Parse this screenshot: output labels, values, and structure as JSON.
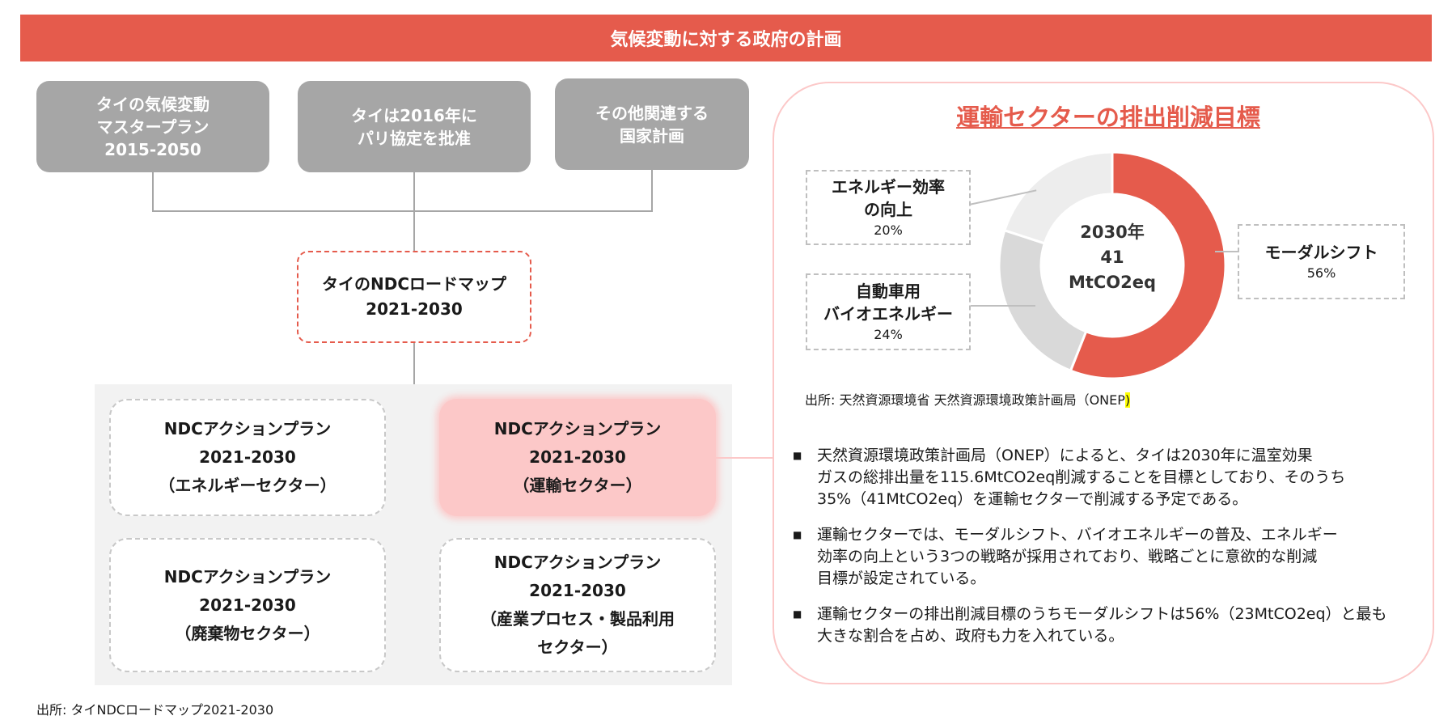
{
  "header": {
    "title": "気候変動に対する政府の計画"
  },
  "top_boxes": [
    {
      "lines": [
        "タイの気候変動",
        "マスタープラン",
        "2015-2050"
      ]
    },
    {
      "lines": [
        "タイは2016年に",
        "パリ協定を批准"
      ]
    },
    {
      "lines": [
        "その他関連する",
        "国家計画"
      ]
    }
  ],
  "roadmap": {
    "lines": [
      "タイのNDCロードマップ",
      "2021-2030"
    ]
  },
  "action_plans": [
    {
      "lines": [
        "NDCアクションプラン",
        "2021-2030",
        "（エネルギーセクター）"
      ],
      "highlight": false
    },
    {
      "lines": [
        "NDCアクションプラン",
        "2021-2030",
        "（運輸セクター）"
      ],
      "highlight": true
    },
    {
      "lines": [
        "NDCアクションプラン",
        "2021-2030",
        "（廃棄物セクター）"
      ],
      "highlight": false
    },
    {
      "lines": [
        "NDCアクションプラン",
        "2021-2030",
        "（産業プロセス・製品利用",
        "セクター）"
      ],
      "highlight": false
    }
  ],
  "footer_source": "出所: タイNDCロードマップ2021-2030",
  "right_panel": {
    "title": "運輸セクターの排出削減目標",
    "source_main": "出所: 天然資源環境省 天然資源環境政策計画局（ONEP",
    "source_tail": ")",
    "bullets": [
      [
        "天然資源環境政策計画局（ONEP）によると、タイは2030年に温室効果",
        "ガスの総排出量を115.6MtCO2eq削減することを目標としており、そのうち",
        "35%（41MtCO2eq）を運輸セクターで削減する予定である。"
      ],
      [
        "運輸セクターでは、モーダルシフト、バイオエネルギーの普及、エネルギー",
        "効率の向上という3つの戦略が採用されており、戦略ごとに意欲的な削減",
        "目標が設定されている。"
      ],
      [
        "運輸セクターの排出削減目標のうちモーダルシフトは56%（23MtCO2eq）と最も",
        "大きな割合を占め、政府も力を入れている。"
      ]
    ],
    "bullet_marker": "■"
  },
  "colors": {
    "accent": "#e55b4c",
    "pink": "#fcc8c8",
    "gray": "#a6a6a6",
    "light_gray": "#d9d9d9",
    "lighter_gray": "#ededed"
  },
  "chart_data": {
    "type": "pie",
    "center_label": [
      "2030年",
      "41",
      "MtCO2eq"
    ],
    "slices": [
      {
        "label_lines": [
          "モーダルシフト"
        ],
        "value": 56,
        "value_label": "56%",
        "color": "#e55b4c"
      },
      {
        "label_lines": [
          "自動車用",
          "バイオエネルギー"
        ],
        "value": 24,
        "value_label": "24%",
        "color": "#d9d9d9"
      },
      {
        "label_lines": [
          "エネルギー効率",
          "の向上"
        ],
        "value": 20,
        "value_label": "20%",
        "color": "#ededed"
      }
    ]
  }
}
